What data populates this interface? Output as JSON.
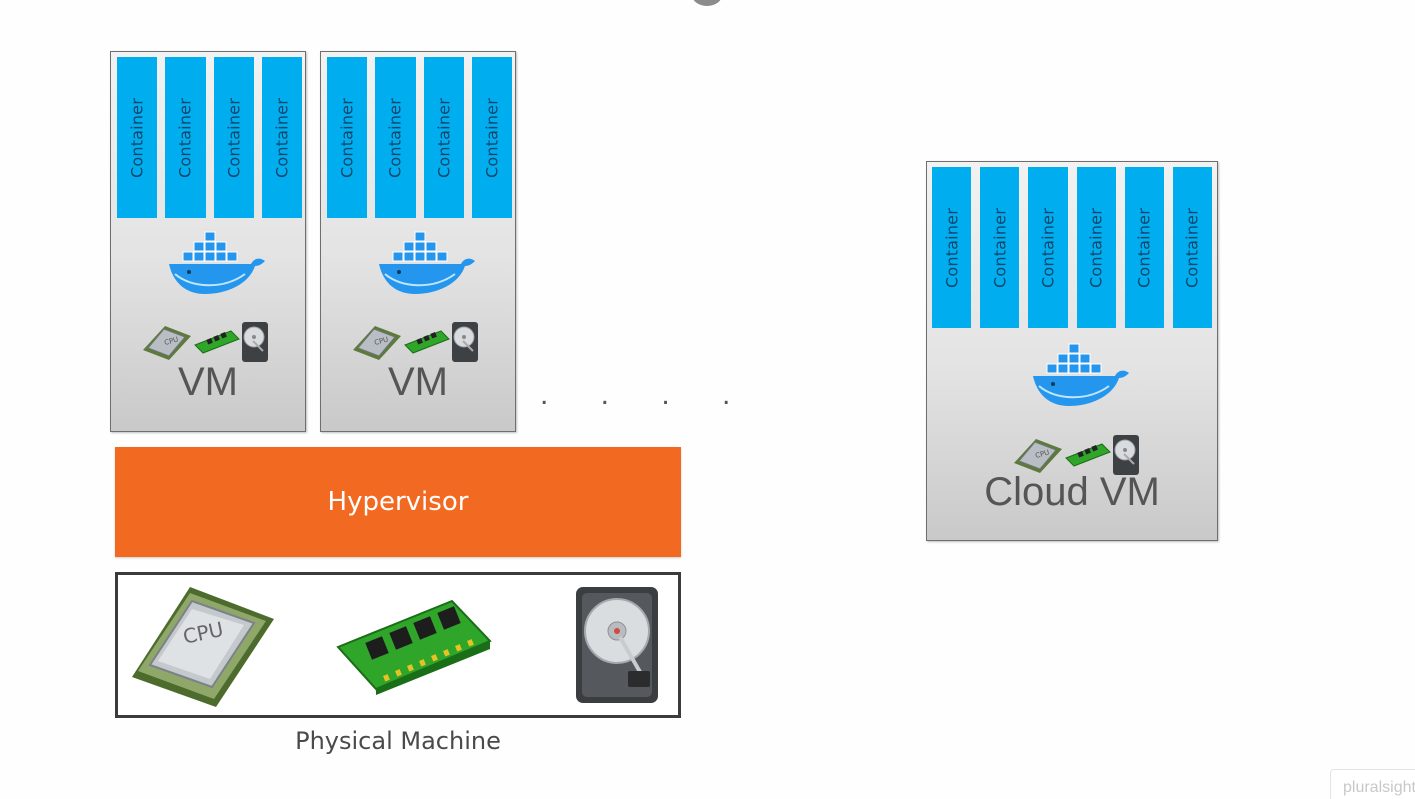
{
  "vms": [
    {
      "label": "VM",
      "containers": [
        "Container",
        "Container",
        "Container",
        "Container"
      ]
    },
    {
      "label": "VM",
      "containers": [
        "Container",
        "Container",
        "Container",
        "Container"
      ]
    }
  ],
  "ellipsis": ". . . .",
  "hypervisor": {
    "label": "Hypervisor",
    "color": "#f26a21"
  },
  "physical_machine": {
    "label": "Physical Machine"
  },
  "cloud_vm": {
    "label": "Cloud VM",
    "containers": [
      "Container",
      "Container",
      "Container",
      "Container",
      "Container",
      "Container"
    ]
  },
  "colors": {
    "container": "#00aeef",
    "docker_whale": "#2496ed"
  },
  "icons": [
    "docker-whale-icon",
    "cpu-icon",
    "ram-icon",
    "hard-drive-icon"
  ],
  "watermark": "pluralsight"
}
